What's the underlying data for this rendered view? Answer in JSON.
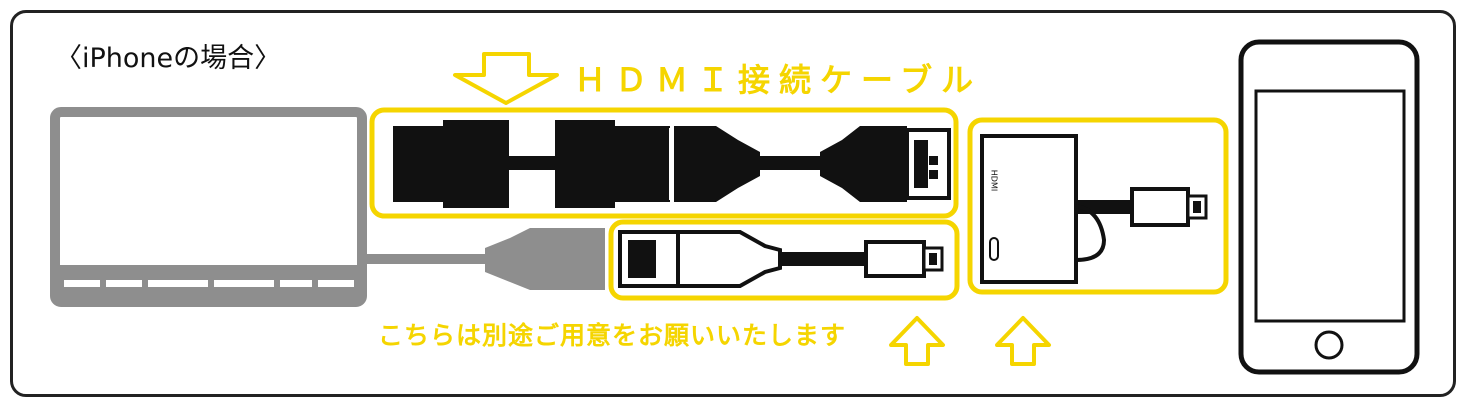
{
  "title": "〈iPhoneの場合〉",
  "cable_label": "ＨＤＭＩ接続ケーブル",
  "note_label": "こちらは別途ご用意をお願いいたします",
  "adapter_port_label": "HDMI",
  "colors": {
    "highlight": "#f5d500",
    "frame": "#222222",
    "monitor": "#8e8e8e",
    "cable": "#111111"
  }
}
